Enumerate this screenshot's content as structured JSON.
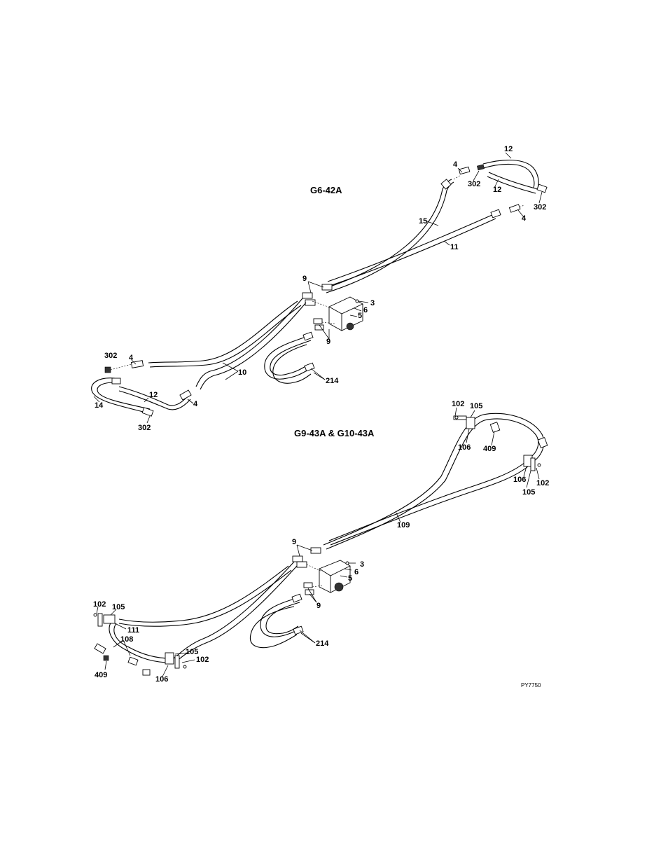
{
  "figure_code": "PY7750",
  "top_assembly": {
    "title": "G6-42A",
    "labels": [
      {
        "key": "a",
        "text": "12"
      },
      {
        "key": "b",
        "text": "4"
      },
      {
        "key": "c",
        "text": "302"
      },
      {
        "key": "d",
        "text": "12"
      },
      {
        "key": "e",
        "text": "302"
      },
      {
        "key": "f",
        "text": "4"
      },
      {
        "key": "g",
        "text": "15"
      },
      {
        "key": "h",
        "text": "11"
      },
      {
        "key": "i",
        "text": "9"
      },
      {
        "key": "j",
        "text": "3"
      },
      {
        "key": "k",
        "text": "6"
      },
      {
        "key": "l",
        "text": "5"
      },
      {
        "key": "m",
        "text": "9"
      },
      {
        "key": "n",
        "text": "302"
      },
      {
        "key": "o",
        "text": "4"
      },
      {
        "key": "p",
        "text": "10"
      },
      {
        "key": "q",
        "text": "214"
      },
      {
        "key": "r",
        "text": "12"
      },
      {
        "key": "s",
        "text": "14"
      },
      {
        "key": "t",
        "text": "4"
      },
      {
        "key": "u",
        "text": "302"
      }
    ]
  },
  "bottom_assembly": {
    "title": "G9-43A & G10-43A",
    "labels": [
      {
        "key": "a",
        "text": "102"
      },
      {
        "key": "b",
        "text": "105"
      },
      {
        "key": "c",
        "text": "106"
      },
      {
        "key": "d",
        "text": "409"
      },
      {
        "key": "e",
        "text": "106"
      },
      {
        "key": "f",
        "text": "102"
      },
      {
        "key": "g",
        "text": "105"
      },
      {
        "key": "h",
        "text": "109"
      },
      {
        "key": "i",
        "text": "9"
      },
      {
        "key": "j",
        "text": "3"
      },
      {
        "key": "k",
        "text": "6"
      },
      {
        "key": "l",
        "text": "5"
      },
      {
        "key": "m",
        "text": "9"
      },
      {
        "key": "n",
        "text": "102"
      },
      {
        "key": "o",
        "text": "105"
      },
      {
        "key": "p",
        "text": "111"
      },
      {
        "key": "q",
        "text": "108"
      },
      {
        "key": "r",
        "text": "105"
      },
      {
        "key": "s",
        "text": "102"
      },
      {
        "key": "t",
        "text": "214"
      },
      {
        "key": "u",
        "text": "409"
      },
      {
        "key": "v",
        "text": "106"
      }
    ]
  }
}
